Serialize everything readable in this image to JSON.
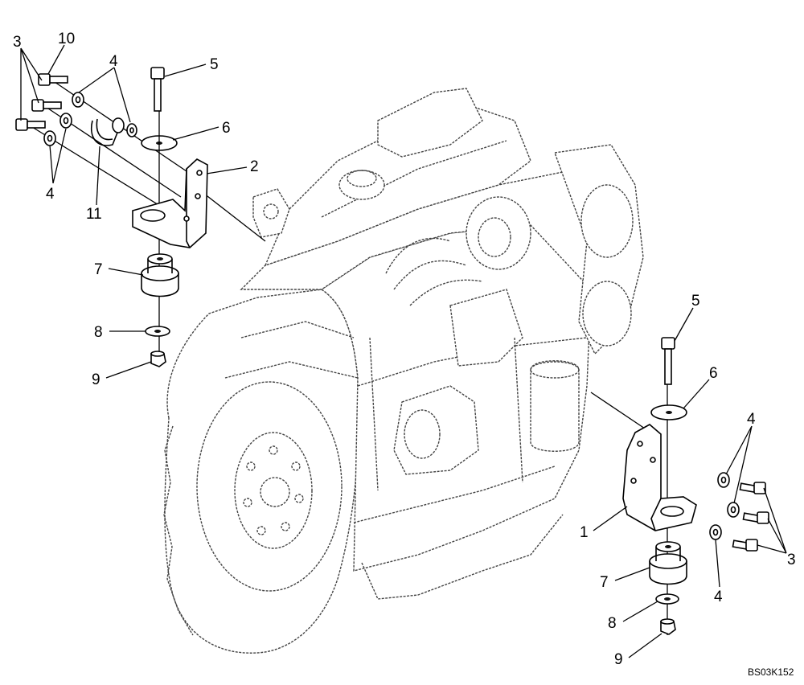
{
  "figure": {
    "reference_code": "BS03K152"
  },
  "callouts": {
    "left": {
      "bolt_3": "3",
      "bolt_10": "10",
      "washer_4_top": "4",
      "washer_4_bottom": "4",
      "bolt_5": "5",
      "washer_6": "6",
      "bracket_2": "2",
      "strap_11": "11",
      "isolator_7": "7",
      "washer_8": "8",
      "nut_9": "9"
    },
    "right": {
      "bolt_5": "5",
      "washer_6": "6",
      "washer_4_top": "4",
      "washer_4_bottom": "4",
      "bolt_3": "3",
      "bracket_1": "1",
      "isolator_7": "7",
      "washer_8": "8",
      "nut_9": "9"
    }
  },
  "colors": {
    "line": "#000000",
    "background": "#ffffff"
  }
}
